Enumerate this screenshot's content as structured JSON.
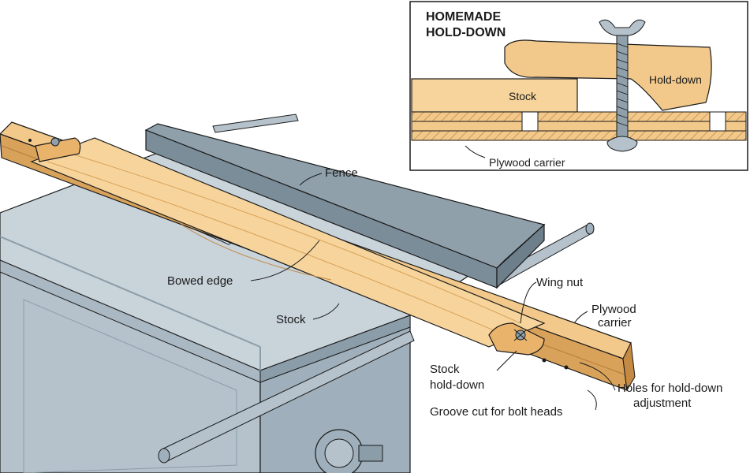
{
  "inset": {
    "title_line1": "HOMEMADE",
    "title_line2": "HOLD-DOWN",
    "labels": {
      "stock": "Stock",
      "hold_down": "Hold-down",
      "plywood_carrier": "Plywood carrier"
    }
  },
  "main": {
    "labels": {
      "fence": "Fence",
      "bowed_edge": "Bowed edge",
      "stock": "Stock",
      "wing_nut": "Wing nut",
      "plywood_carrier_line1": "Plywood",
      "plywood_carrier_line2": "carrier",
      "stock_hold_down_line1": "Stock",
      "stock_hold_down_line2": "hold-down",
      "holes_line1": "Holes for hold-down",
      "holes_line2": "adjustment",
      "groove": "Groove cut for bolt heads"
    }
  },
  "colors": {
    "wood": "#f2c98a",
    "wood_dark": "#d9a25a",
    "saw_body": "#c9d3da",
    "saw_body_dark": "#9fb0bc",
    "fence": "#8fa0ab",
    "outline": "#1a1a1a"
  }
}
